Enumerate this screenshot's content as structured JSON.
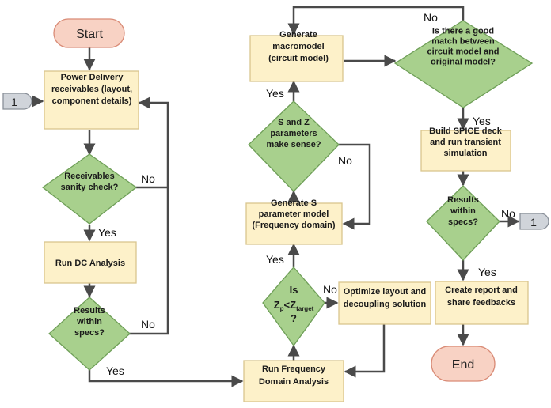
{
  "colors": {
    "process_fill": "#fdf1c9",
    "process_stroke": "#d9c58e",
    "decision_fill": "#a8d08d",
    "decision_stroke": "#6f9f58",
    "terminal_fill": "#f8d2c4",
    "terminal_stroke": "#d98b76",
    "connector_fill": "#d0d4da",
    "arrow": "#4a4a4a"
  },
  "nodes": {
    "start": "Start",
    "end": "End",
    "connector_in": "1",
    "connector_out": "1",
    "power_delivery": [
      "Power Delivery",
      "receivables (layout,",
      "component details)"
    ],
    "sanity_check": [
      "Receivables",
      "sanity check?"
    ],
    "run_dc": [
      "Run DC Analysis"
    ],
    "results_left": [
      "Results",
      "within",
      "specs?"
    ],
    "run_freq": [
      "Run Frequency",
      "Domain Analysis"
    ],
    "zp_decision": {
      "line1": "Is",
      "zp_main": "Z",
      "zp_sub": "p",
      "lt": "<",
      "zt_main": "Z",
      "zt_sub": "target",
      "line3": "?"
    },
    "optimize": [
      "Optimize layout and",
      "decoupling solution"
    ],
    "gen_s": [
      "Generate S",
      "parameter model",
      "(Frequency domain)"
    ],
    "sz_decision": [
      "S and Z",
      "parameters",
      "make sense?"
    ],
    "gen_macro": [
      "Generate",
      "macromodel",
      "(circuit model)"
    ],
    "match_decision": [
      "Is there a good",
      "match between",
      "circuit model and",
      "original model?"
    ],
    "build_spice": [
      "Build SPICE deck",
      "and run transient",
      "simulation"
    ],
    "results_right": [
      "Results",
      "within",
      "specs?"
    ],
    "report": [
      "Create report and",
      "share feedbacks"
    ]
  },
  "edge_labels": {
    "sanity_no": "No",
    "sanity_yes": "Yes",
    "results_left_no": "No",
    "results_left_yes": "Yes",
    "zp_no": "No",
    "zp_yes": "Yes",
    "sz_no": "No",
    "sz_yes": "Yes",
    "match_no": "No",
    "match_yes": "Yes",
    "results_right_no": "No",
    "results_right_yes": "Yes"
  }
}
